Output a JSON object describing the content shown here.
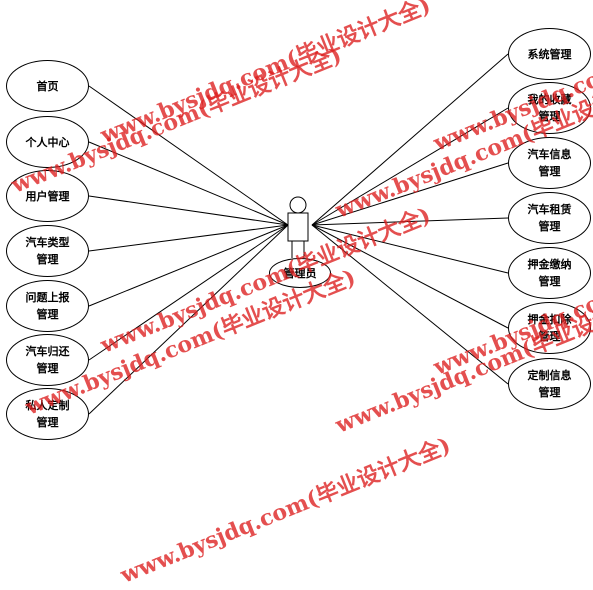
{
  "colors": {
    "line": "#000000",
    "watermark": "#dc1e1e"
  },
  "actor": {
    "label": "管理员",
    "icon": "actor-icon"
  },
  "left_use_cases": [
    {
      "id": "home",
      "label": "首页"
    },
    {
      "id": "personal-center",
      "label": "个人中心"
    },
    {
      "id": "user-management",
      "label": "用户管理"
    },
    {
      "id": "car-type-management",
      "label": "汽车类型\n管理"
    },
    {
      "id": "issue-report-management",
      "label": "问题上报\n管理"
    },
    {
      "id": "car-return-management",
      "label": "汽车归还\n管理"
    },
    {
      "id": "private-custom-management",
      "label": "私人定制\n管理"
    }
  ],
  "right_use_cases": [
    {
      "id": "system-management",
      "label": "系统管理"
    },
    {
      "id": "favorites-management",
      "label": "我的收藏\n管理"
    },
    {
      "id": "car-info-management",
      "label": "汽车信息\n管理"
    },
    {
      "id": "car-rental-management",
      "label": "汽车租赁\n管理"
    },
    {
      "id": "deposit-payment-management",
      "label": "押金缴纳\n管理"
    },
    {
      "id": "deposit-deduction-management",
      "label": "押金扣除\n管理"
    },
    {
      "id": "custom-info-management",
      "label": "定制信息\n管理"
    }
  ],
  "watermarks": [
    "www.bysjdq.com(毕业设计大全)",
    "www.bysjdq.com(毕业设计大全)",
    "www.bysjdq.com(毕业设计大全)",
    "www.bysjdq.com(毕业设计大全)",
    "www.bysjdq.com(毕业设计大全)",
    "www.bysjdq.com(毕业设计大全)",
    "www.bysjdq.com(毕业设计大全)",
    "www.bysjdq.com(毕业设计大全)",
    "www.bysjdq.com(毕业设计大全)"
  ]
}
